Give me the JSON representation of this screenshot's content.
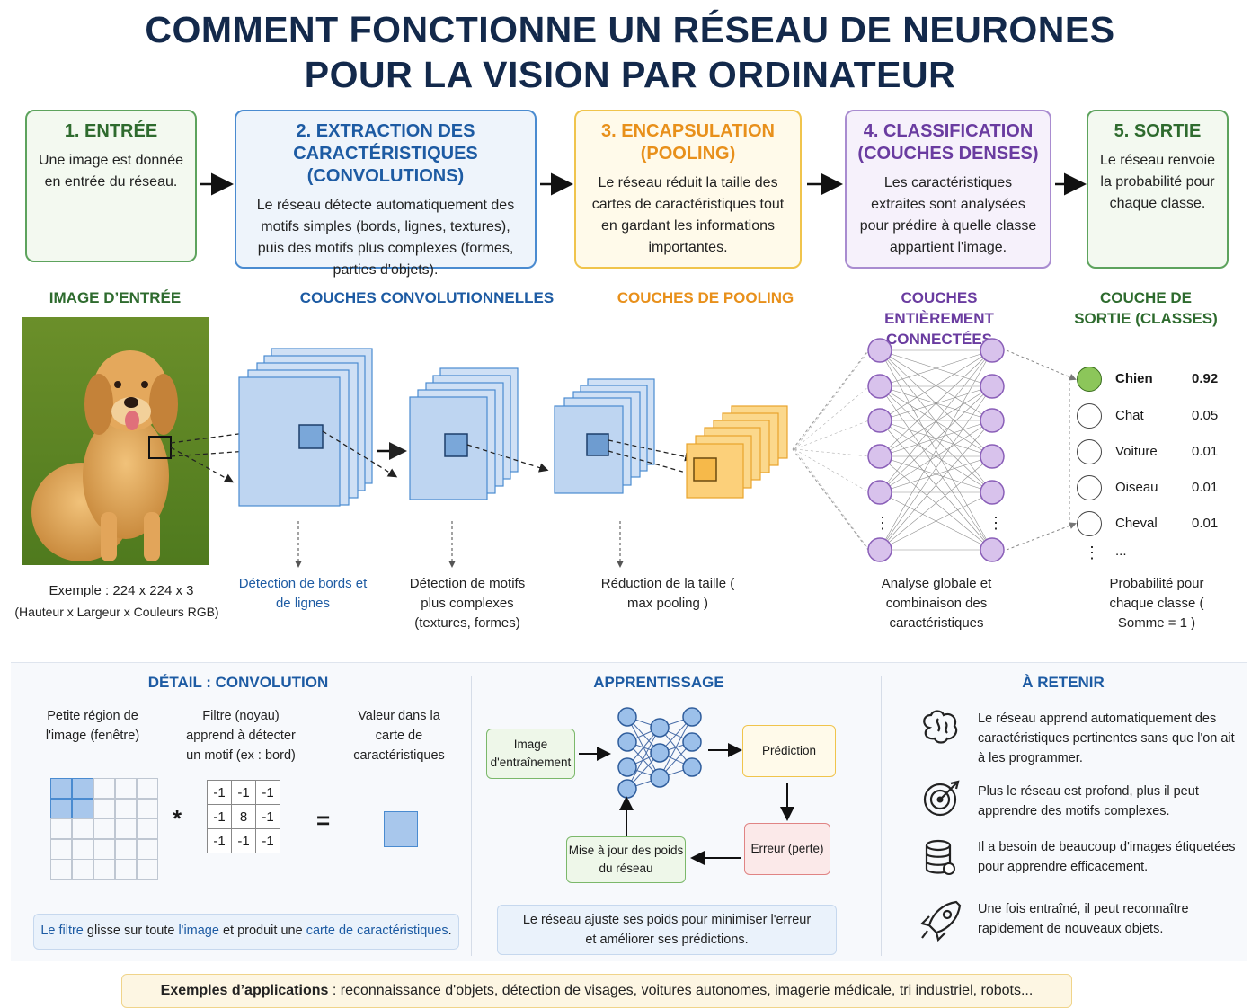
{
  "title": {
    "line1": "COMMENT FONCTIONNE UN RÉSEAU DE NEURONES",
    "line2": "POUR LA VISION PAR ORDINATEUR"
  },
  "steps": [
    {
      "title": "1. ENTRÉE",
      "desc": "Une image est donnée en entrée du réseau.",
      "color": "#5da35d"
    },
    {
      "title": "2. EXTRACTION DES CARACTÉRISTIQUES (CONVOLUTIONS)",
      "desc": "Le réseau détecte automatiquement des motifs simples (bords, lignes, textures), puis des motifs plus complexes (formes, parties d'objets).",
      "color": "#4a8bd0"
    },
    {
      "title": "3. ENCAPSULATION (POOLING)",
      "desc": "Le réseau réduit la taille des cartes de caractéristiques tout en gardant les informations importantes.",
      "color": "#f0c44c"
    },
    {
      "title": "4. CLASSIFICATION (COUCHES DENSES)",
      "desc": "Les caractéristiques extraites sont analysées pour prédire à quelle classe appartient l'image.",
      "color": "#a98cd0"
    },
    {
      "title": "5. SORTIE",
      "desc": "Le réseau renvoie la probabilité pour chaque classe.",
      "color": "#5da35d"
    }
  ],
  "sections": {
    "input": "IMAGE D’ENTRÉE",
    "conv": "COUCHES CONVOLUTIONNELLES",
    "pool": "COUCHES DE POOLING",
    "dense": "COUCHES ENTIÈREMENT CONNECTÉES",
    "output": "COUCHE DE SORTIE (CLASSES)"
  },
  "captions": {
    "input_size": "Exemple : 224 x 224 x 3",
    "input_dims": "(Hauteur x Largeur x Couleurs RGB)",
    "edges": "Détection de bords et de lignes",
    "complex": "Détection de motifs plus complexes (textures, formes)",
    "pooling": "Réduction de la taille ( max pooling )",
    "dense": "Analyse globale et combinaison des caractéristiques",
    "output": "Probabilité pour chaque classe ( Somme = 1 )"
  },
  "outputs": [
    {
      "label": "Chien",
      "value": "0.92",
      "active": true
    },
    {
      "label": "Chat",
      "value": "0.05",
      "active": false
    },
    {
      "label": "Voiture",
      "value": "0.01",
      "active": false
    },
    {
      "label": "Oiseau",
      "value": "0.01",
      "active": false
    },
    {
      "label": "Cheval",
      "value": "0.01",
      "active": false
    }
  ],
  "outputs_more": "...",
  "conv_detail": {
    "title": "DÉTAIL : CONVOLUTION",
    "region": "Petite région de l'image (fenêtre)",
    "filter": "Filtre (noyau) apprend à détecter un motif (ex : bord)",
    "value": "Valeur dans la carte de caractéristiques",
    "kernel": [
      [
        "-1",
        "-1",
        "-1"
      ],
      [
        "-1",
        "8",
        "-1"
      ],
      [
        "-1",
        "-1",
        "-1"
      ]
    ],
    "op_mul": "*",
    "op_eq": "=",
    "note_a": "Le filtre",
    "note_b": " glisse sur toute ",
    "note_c": "l'image",
    "note_d": " et produit une ",
    "note_e": "carte de caractéristiques",
    "note_f": "."
  },
  "learning": {
    "title": "APPRENTISSAGE",
    "train_image": "Image d'entraînement",
    "prediction": "Prédiction",
    "error": "Erreur (perte)",
    "update": "Mise à jour des poids du réseau",
    "note": "Le réseau ajuste ses poids pour minimiser l'erreur et améliorer ses prédictions."
  },
  "retain": {
    "title": "À RETENIR",
    "items": [
      {
        "icon": "brain-icon",
        "text": "Le réseau apprend automatiquement des caractéristiques pertinentes sans que l'on ait à les programmer."
      },
      {
        "icon": "target-icon",
        "text": "Plus le réseau est profond, plus il peut apprendre des motifs complexes."
      },
      {
        "icon": "database-icon",
        "text": "Il a besoin de beaucoup d'images étiquetées pour apprendre efficacement."
      },
      {
        "icon": "rocket-icon",
        "text": "Une fois entraîné, il peut reconnaître rapidement de nouveaux objets."
      }
    ]
  },
  "applications": {
    "label": "Exemples d’applications",
    "text": " : reconnaissance d'objets, détection de visages, voitures autonomes, imagerie médicale, tri industriel, robots..."
  },
  "colors": {
    "navy": "#13294b",
    "blue": "#1d5ba3",
    "orange": "#e8901b",
    "purple": "#6a3ca0",
    "green": "#2e6b2e"
  }
}
